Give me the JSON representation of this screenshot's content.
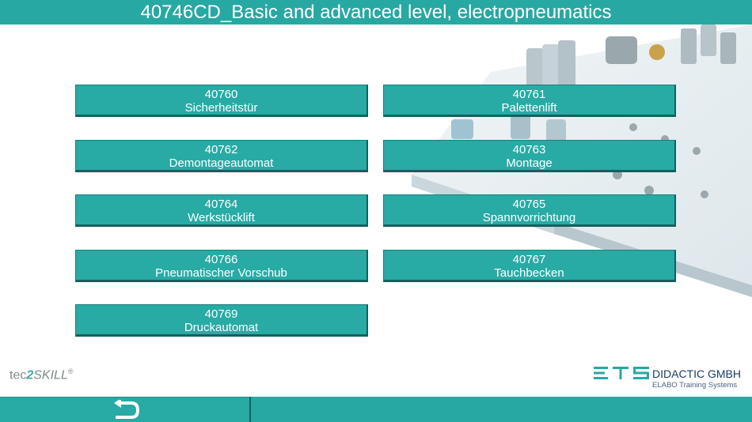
{
  "header": {
    "title": "40746CD_Basic and advanced level, electropneumatics"
  },
  "tiles": [
    {
      "code": "40760",
      "name": "Sicherheitstür"
    },
    {
      "code": "40761",
      "name": "Palettenlift"
    },
    {
      "code": "40762",
      "name": "Demontageautomat"
    },
    {
      "code": "40763",
      "name": "Montage"
    },
    {
      "code": "40764",
      "name": "Werkstücklift"
    },
    {
      "code": "40765",
      "name": "Spannvorrichtung"
    },
    {
      "code": "40766",
      "name": "Pneumatischer Vorschub"
    },
    {
      "code": "40767",
      "name": "Tauchbecken"
    },
    {
      "code": "40769",
      "name": "Druckautomat"
    }
  ],
  "footer": {
    "brand_prefix": "tec",
    "brand_two": "2",
    "brand_suffix": "SKILL",
    "brand_mark": "®",
    "company_name": "DIDACTIC GMBH",
    "company_sub": "ELABO Training Systems",
    "company_logo": "ETS"
  },
  "nav": {
    "back_icon": "return-arrow-icon"
  },
  "colors": {
    "accent": "#27a8a3",
    "tile": "#28aaa5",
    "tile_shadow": "#15605d",
    "logo_blue": "#1a3a66"
  }
}
